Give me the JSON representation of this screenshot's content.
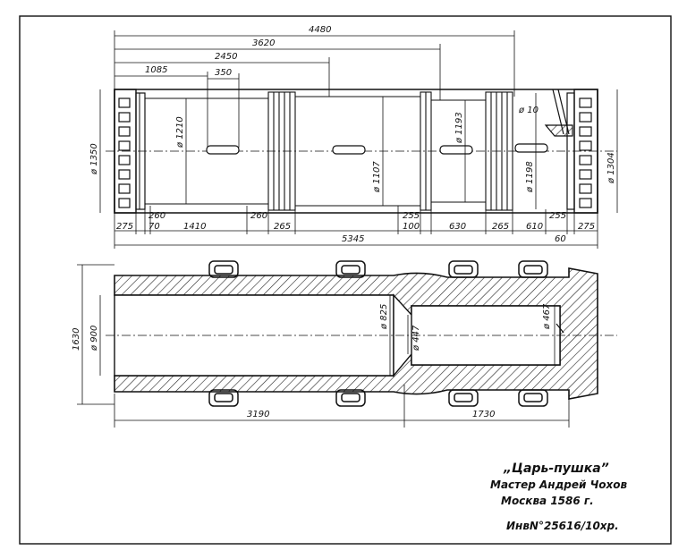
{
  "colors": {
    "ink": "#111111",
    "paper": "#ffffff",
    "hatch": "#222222"
  },
  "top_view": {
    "dims_top": [
      "4480",
      "3620",
      "2450",
      "1085",
      "350"
    ],
    "diameters": [
      "ø 1350",
      "ø 1210",
      "ø 1107",
      "ø 1193",
      "ø 1198",
      "ø 10",
      "ø 1304"
    ],
    "dims_bottom": [
      "275",
      "260",
      "70",
      "1410",
      "260",
      "265",
      "255",
      "100",
      "630",
      "265",
      "610",
      "255",
      "60",
      "275"
    ],
    "overall": "5345"
  },
  "section_view": {
    "height": "1630",
    "bore": "ø 900",
    "chamber_mouth": "ø 825",
    "chamber": "ø 447",
    "chamber_end": "ø 467",
    "barrel_len": "3190",
    "chamber_len": "1730"
  },
  "caption": {
    "title": "„Царь-пушка”",
    "master": "Мастер Андрей Чохов",
    "place": "Москва 1586 г.",
    "inventory": "ИнвN°25616/10хр."
  }
}
